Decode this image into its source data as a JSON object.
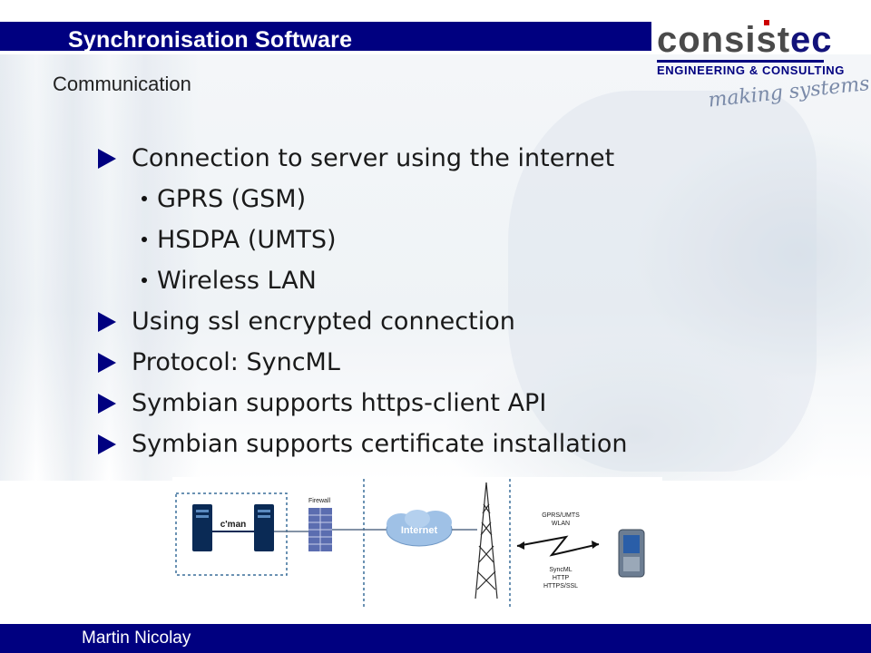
{
  "header": {
    "title": "Synchronisation Software",
    "subtitle": "Communication"
  },
  "logo": {
    "word_main": "consist",
    "word_accent": "ec",
    "sub": "ENGINEERING & CONSULTING",
    "tagline": "making systems work"
  },
  "bullets": [
    {
      "level": 1,
      "text": "Connection to server using the internet"
    },
    {
      "level": 2,
      "text": "GPRS (GSM)"
    },
    {
      "level": 2,
      "text": "HSDPA (UMTS)"
    },
    {
      "level": 2,
      "text": "Wireless LAN"
    },
    {
      "level": 1,
      "text": "Using ssl encrypted connection"
    },
    {
      "level": 1,
      "text": "Protocol: SyncML"
    },
    {
      "level": 1,
      "text": "Symbian supports https-client API"
    },
    {
      "level": 1,
      "text": "Symbian supports certificate installation"
    }
  ],
  "diagram": {
    "server_label": "c'man",
    "firewall_label": "Firewall",
    "internet_label": "Internet",
    "radio_label_1": "GPRS/UMTS",
    "radio_label_2": "WLAN",
    "proto_label_1": "SyncML",
    "proto_label_2": "HTTP",
    "proto_label_3": "HTTPS/SSL"
  },
  "footer": {
    "author": "Martin Nicolay"
  },
  "colors": {
    "brand_navy": "#000080",
    "text": "#1a1a1a"
  }
}
